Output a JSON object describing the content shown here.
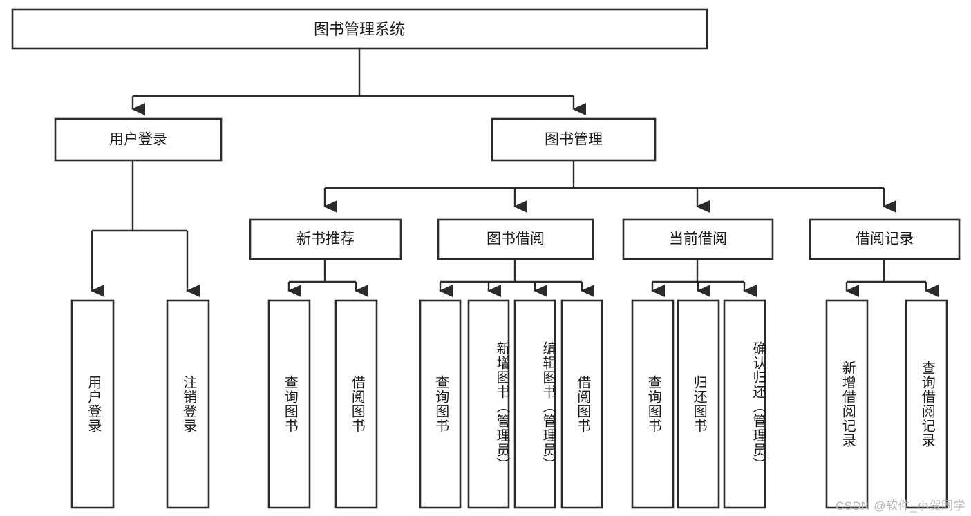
{
  "diagram": {
    "title": "图书管理系统",
    "type": "tree",
    "watermark": "CSDN @软件_小贺同学",
    "colors": {
      "background": "#ffffff",
      "stroke": "#2b2b2b",
      "node_fill": "#ffffff",
      "text": "#1a1a1a",
      "watermark": "#b6b6b6"
    },
    "root": {
      "label": "图书管理系统"
    },
    "level2": [
      {
        "label": "用户登录"
      },
      {
        "label": "图书管理"
      }
    ],
    "level3": [
      {
        "label": "新书推荐"
      },
      {
        "label": "图书借阅"
      },
      {
        "label": "当前借阅"
      },
      {
        "label": "借阅记录"
      }
    ],
    "leaves": {
      "user_login": [
        {
          "label": "用户登录"
        },
        {
          "label": "注销登录"
        }
      ],
      "new_book": [
        {
          "label": "查询图书"
        },
        {
          "label": "借阅图书"
        }
      ],
      "book_borrow": [
        {
          "label": "查询图书"
        },
        {
          "label": "新增图书（管理员）"
        },
        {
          "label": "编辑图书（管理员）"
        },
        {
          "label": "借阅图书"
        }
      ],
      "current_borrow": [
        {
          "label": "查询图书"
        },
        {
          "label": "归还图书"
        },
        {
          "label": "确认归还（管理员）"
        }
      ],
      "borrow_record": [
        {
          "label": "新增借阅记录"
        },
        {
          "label": "查询借阅记录"
        }
      ]
    }
  }
}
